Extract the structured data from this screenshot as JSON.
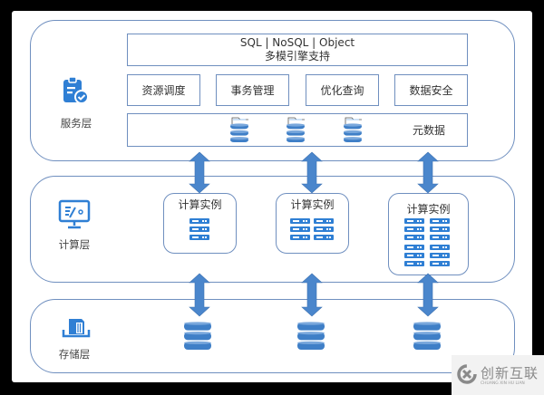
{
  "colors": {
    "accent": "#2f7fd4",
    "arrow": "#4a86cc",
    "border": "#6f8fbf",
    "db": "#3f7fc7"
  },
  "service_layer": {
    "label": "服务层",
    "icon": "clipboard-check-icon",
    "engine_box": {
      "line1": "SQL | NoSQL | Object",
      "line2": "多模引擎支持"
    },
    "modules": [
      "资源调度",
      "事务管理",
      "优化查询",
      "数据安全"
    ],
    "metadata": {
      "label": "元数据",
      "icon": "folder-database-icon",
      "count": 3
    }
  },
  "compute_layer": {
    "label": "计算层",
    "icon": "monitor-chart-icon",
    "instances": [
      {
        "title": "计算实例",
        "servers": 3
      },
      {
        "title": "计算实例",
        "servers": 6
      },
      {
        "title": "计算实例",
        "servers": 12
      }
    ]
  },
  "storage_layer": {
    "label": "存储层",
    "icon": "storage-box-icon",
    "databases": 3
  },
  "watermark": {
    "text": "创新互联",
    "subtext": "CHUANG XIN HU LIAN"
  }
}
